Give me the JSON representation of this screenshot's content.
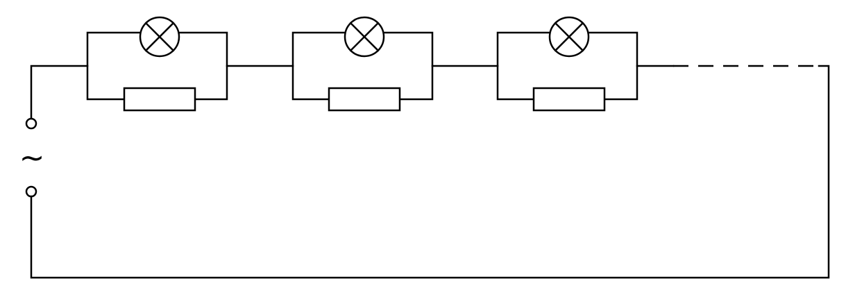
{
  "diagram": {
    "type": "circuit-schematic",
    "source": {
      "symbol": "~",
      "kind": "ac-voltage-source"
    },
    "stages": [
      {
        "components": [
          "lamp",
          "resistor"
        ],
        "connection": "parallel"
      },
      {
        "components": [
          "lamp",
          "resistor"
        ],
        "connection": "parallel"
      },
      {
        "components": [
          "lamp",
          "resistor"
        ],
        "connection": "parallel"
      }
    ],
    "stage_connection": "series",
    "continuation": "dashed",
    "colors": {
      "wire": "#000000",
      "background": "#ffffff"
    }
  }
}
